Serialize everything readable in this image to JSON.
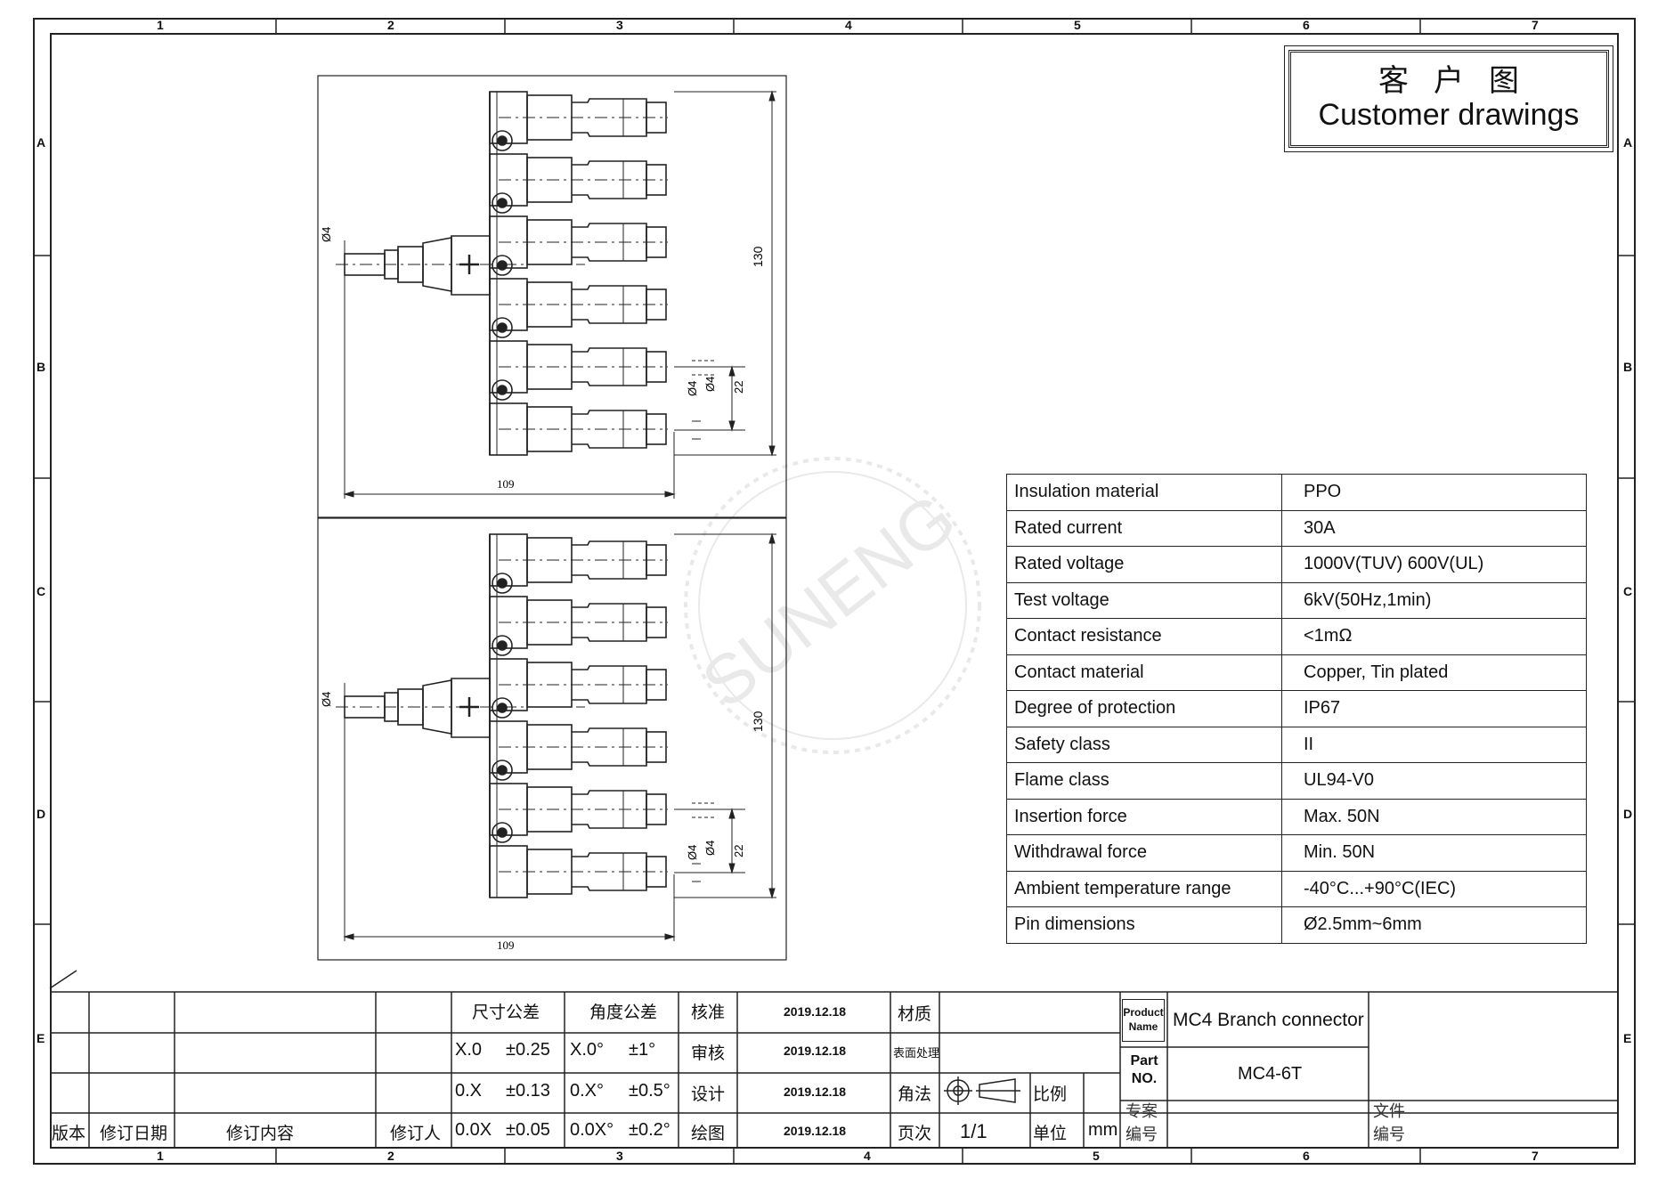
{
  "title": {
    "cn": "客户图",
    "en": "Customer drawings"
  },
  "zones": {
    "columns": [
      "1",
      "2",
      "3",
      "4",
      "5",
      "6",
      "7"
    ],
    "rows": [
      "A",
      "B",
      "C",
      "D",
      "E"
    ]
  },
  "watermark": "SUNENG",
  "dimensions": {
    "pin_dia": "Ø4",
    "height": "130",
    "width": "109",
    "pitch": "22",
    "dia_a": "Ø4",
    "dia_b": "Ø4"
  },
  "specs": [
    {
      "key": "Insulation  material",
      "value": "PPO"
    },
    {
      "key": "Rated  current",
      "value": "30A"
    },
    {
      "key": "Rated  voltage",
      "value": "1000V(TUV)  600V(UL)"
    },
    {
      "key": "Test  voltage",
      "value": "6kV(50Hz,1min)"
    },
    {
      "key": "Contact  resistance",
      "value": "<1mΩ"
    },
    {
      "key": "Contact  material",
      "value": "Copper,  Tin  plated"
    },
    {
      "key": "Degree  of  protection",
      "value": "IP67"
    },
    {
      "key": "Safety  class",
      "value": "II"
    },
    {
      "key": "Flame  class",
      "value": "UL94-V0"
    },
    {
      "key": "Insertion  force",
      "value": "Max.  50N"
    },
    {
      "key": "Withdrawal  force",
      "value": "Min.  50N"
    },
    {
      "key": "Ambient  temperature  range",
      "value": "-40°C...+90°C(IEC)"
    },
    {
      "key": "Pin  dimensions",
      "value": "Ø2.5mm~6mm"
    }
  ],
  "titleblock": {
    "size_tol": "尺寸公差",
    "angle_tol": "角度公差",
    "approve": "核准",
    "review": "审核",
    "design": "设计",
    "draw": "绘图",
    "dates": [
      "2019.12.18",
      "2019.12.18",
      "2019.12.18",
      "2019.12.18"
    ],
    "material": "材质",
    "surface": "表面处理",
    "projection": "角法",
    "scale": "比例",
    "page": "页次",
    "page_value": "1/1",
    "unit": "单位",
    "unit_value": "mm",
    "product_name_label1": "Product",
    "product_name_label2": "Name",
    "product_name": "MC4 Branch connector",
    "part_no_label1": "Part",
    "part_no_label2": "NO.",
    "part_no": "MC4-6T",
    "project_no1": "专案",
    "project_no2": "编号",
    "file_no1": "文件",
    "file_no2": "编号",
    "rev_version": "版本",
    "rev_date": "修订日期",
    "rev_content": "修订内容",
    "rev_person": "修订人",
    "tol_rows": [
      {
        "lin": "X.0",
        "lin_tol": "±0.25",
        "ang": "X.0°",
        "ang_tol": "±1°"
      },
      {
        "lin": "0.X",
        "lin_tol": "±0.13",
        "ang": "0.X°",
        "ang_tol": "±0.5°"
      },
      {
        "lin": "0.0X",
        "lin_tol": "±0.05",
        "ang": "0.0X°",
        "ang_tol": "±0.2°"
      }
    ]
  },
  "colors": {
    "line": "#222222",
    "watermark": "#888888"
  }
}
